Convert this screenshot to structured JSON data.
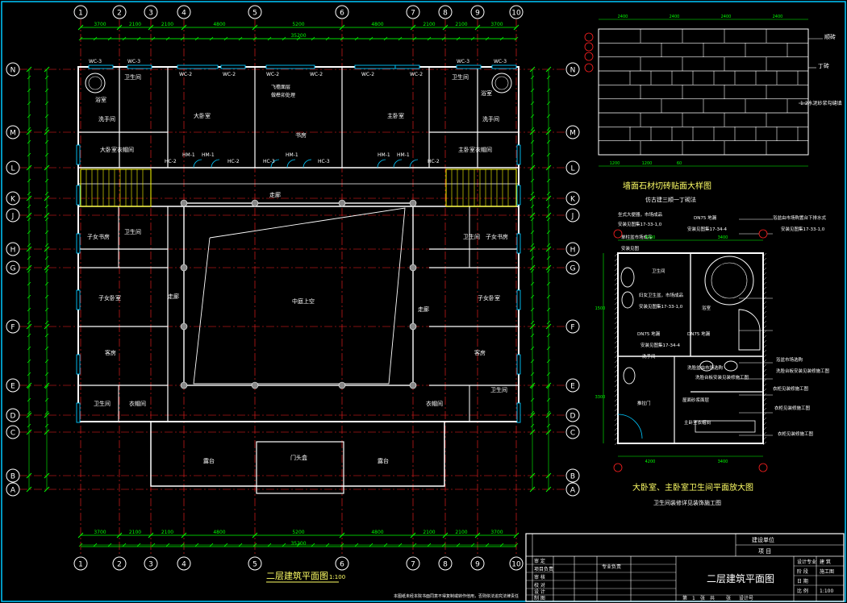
{
  "colors": {
    "background": "#000000",
    "wall": "#ffffff",
    "axis": "#ff2020",
    "dim": "#00ff00",
    "window": "#00c8ff",
    "bubble": "#ffffff",
    "text": "#ffffff",
    "frame": "#ffffff",
    "title_yellow": "#ffff66"
  },
  "grid_columns": [
    "1",
    "2",
    "3",
    "4",
    "5",
    "6",
    "7",
    "8",
    "9",
    "10"
  ],
  "grid_rows": [
    "N",
    "M",
    "L",
    "K",
    "J",
    "H",
    "G",
    "F",
    "E",
    "D",
    "C",
    "B",
    "A"
  ],
  "top_dims": [
    "3700",
    "2100",
    "2100",
    "4800",
    "5200",
    "4800",
    "2100",
    "2100",
    "3700"
  ],
  "bottom_dims": [
    "3700",
    "2100",
    "2100",
    "4800",
    "5200",
    "4800",
    "2100",
    "2100",
    "3700"
  ],
  "overall_dim": "35200",
  "window_tags": [
    "WC-3",
    "WC-3",
    "WC-2",
    "WC-2",
    "WC-2",
    "WC-2",
    "WC-2",
    "WC-2",
    "WC-3",
    "WC-3"
  ],
  "door_tags": [
    "HC-2",
    "HM-1",
    "HM-1",
    "HC-2",
    "HC-3",
    "HM-1",
    "HC-3",
    "HM-1",
    "HM-1",
    "HC-2"
  ],
  "rooms": {
    "wc_nw": "卫生间",
    "wc_ne": "卫生间",
    "bath_w": "浴室",
    "bath_e": "浴室",
    "wash_w": "洗手间",
    "wash_e": "洗手间",
    "master_w": "大卧室",
    "master_e": "主卧室",
    "study": "书房",
    "void_note": "飞檐面层\n做榫卯处理",
    "closet_w": "大卧室衣帽间",
    "closet_e": "主卧室衣帽间",
    "corridor_n": "走廊",
    "child_study_w": "子女书房",
    "child_study_e": "子女书房",
    "child_bed_w": "子女卧室",
    "child_bed_e": "子女卧室",
    "guest_w": "客房",
    "guest_e": "客房",
    "corridor_w": "走廊",
    "corridor_e": "走廊",
    "courtyard": "中庭上空",
    "wc_sw": "卫生间",
    "wc_se": "卫生间",
    "cloak_sw": "衣帽间",
    "cloak_se": "衣帽间",
    "wc_w2": "卫生间",
    "wc_e2": "卫生间",
    "balcony_w": "露台",
    "balcony_e": "露台",
    "gate": "门头盒"
  },
  "main_title": "二层建筑平面图",
  "main_scale": "1:100",
  "stone_detail": {
    "title": "墙面石材切砖贴面大样图",
    "subtitle": "仿古建三顺一丁砌法",
    "label_stretcher": "顺砖",
    "label_header": "丁砖",
    "label_mortar": "1:2水泥砂浆勾缝填",
    "top_dims": [
      "2400",
      "2400",
      "2400",
      "2400"
    ],
    "bottom_dims": [
      "1200",
      "1200",
      "60"
    ]
  },
  "bath_detail": {
    "title": "大卧室、主卧室卫生间平面放大图",
    "subtitle": "卫生间装修详见装饰施工图",
    "notes": [
      "坐式大便器，市场成品",
      "安装见图集17-33-1,0",
      "单柱盆市场成品",
      "安装见图",
      "DN75 地漏",
      "安装见图集17-34-4",
      "浴盆由市场购置台下排水式",
      "安装见图集17-33-1,0",
      "卫生间",
      "妇女卫生盆，市场成品",
      "安装见图集17-33-1,0",
      "浴室",
      "DN75 地漏",
      "DN75 地漏",
      "安装见图集17-34-4",
      "洗手间",
      "洗脸盆由市场选购",
      "洗脸台板安装见装修施工图",
      "浴盆市场选购",
      "洗脸台板安装见装修施工图",
      "衣柜见装修施工图",
      "衣柜见装修施工图",
      "衣柜见装修施工图",
      "主卧室衣帽间",
      "屋面砂浆面层",
      "推拉门"
    ],
    "dims": [
      "4200",
      "3400",
      "1500",
      "3300",
      "4200",
      "3400"
    ]
  },
  "title_block": {
    "construction_unit_label": "建设单位",
    "project_label": "项  目",
    "rows_left": [
      "审  定",
      "项目负责",
      "审  核",
      "校  对",
      "设  计",
      "制  图"
    ],
    "specialty_label": "专业负责",
    "drawing_title": "二层建筑平面图",
    "right_labels": [
      "设计专业",
      "阶  段",
      "日  期",
      "比  例"
    ],
    "right_values": [
      "建  筑",
      "施工图",
      "",
      "1:100"
    ],
    "sheet_row": [
      "第",
      "1",
      "张",
      "共",
      "张",
      "设计号"
    ],
    "footer_note": "本图纸未经本院书面同意不得复制或转作他用，否则依法追究法律责任"
  }
}
